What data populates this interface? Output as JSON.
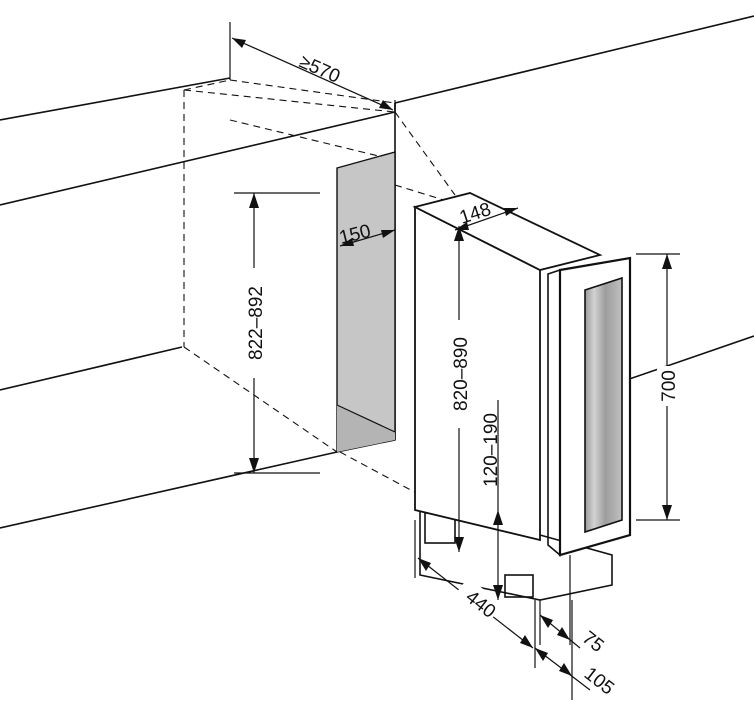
{
  "diagram": {
    "dimensions": {
      "cabinet_depth": "≥570",
      "side_panel_width": "150",
      "niche_height": "822–892",
      "unit_width": "148",
      "unit_height": "820–890",
      "foot_height": "120–190",
      "door_height": "700",
      "unit_depth": "440",
      "door_thickness": "75",
      "total_front_depth": "105"
    }
  }
}
